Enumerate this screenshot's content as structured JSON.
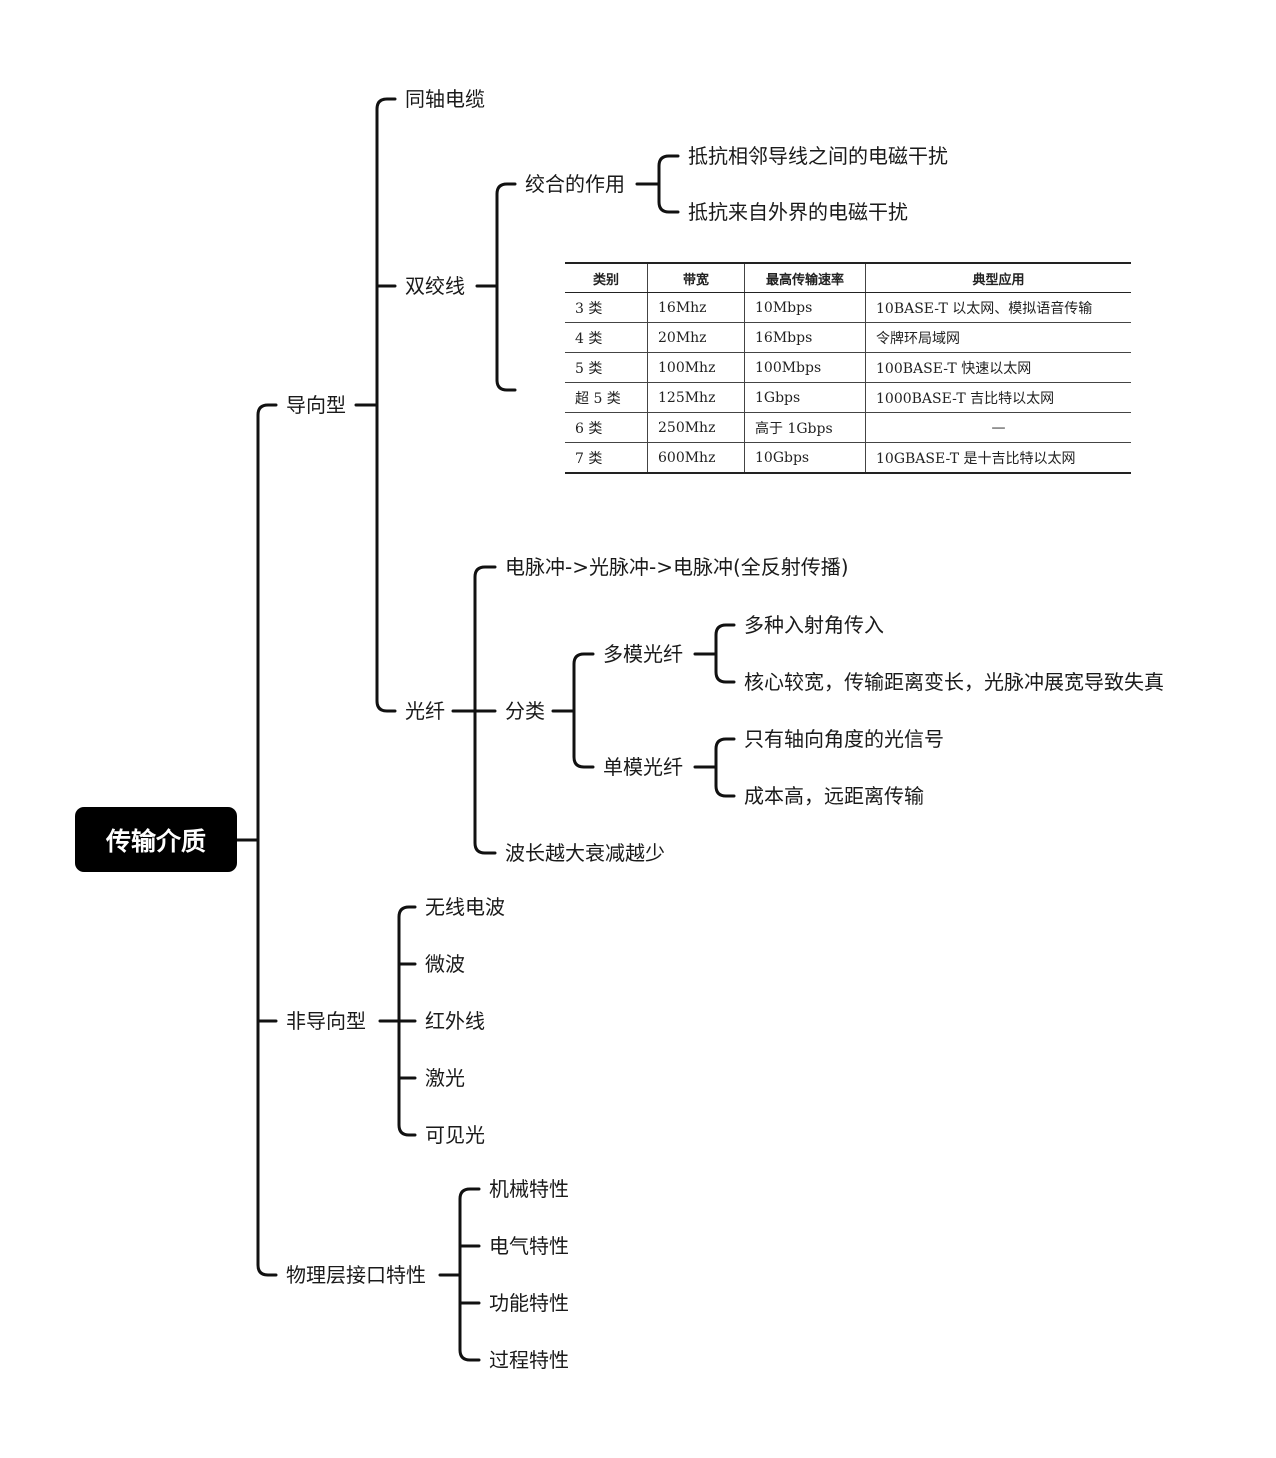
{
  "root": "传输介质",
  "guided": {
    "label": "导向型",
    "coax": "同轴电缆",
    "twisted_pair": {
      "label": "双绞线",
      "twist_purpose": {
        "label": "绞合的作用",
        "items": [
          "抵抗相邻导线之间的电磁干扰",
          "抵抗来自外界的电磁干扰"
        ]
      },
      "table": {
        "headers": [
          "类别",
          "带宽",
          "最高传输速率",
          "典型应用"
        ],
        "rows": [
          [
            "3 类",
            "16Mhz",
            "10Mbps",
            "10BASE-T 以太网、模拟语音传输"
          ],
          [
            "4 类",
            "20Mhz",
            "16Mbps",
            "令牌环局域网"
          ],
          [
            "5 类",
            "100Mhz",
            "100Mbps",
            "100BASE-T 快速以太网"
          ],
          [
            "超 5 类",
            "125Mhz",
            "1Gbps",
            "1000BASE-T 吉比特以太网"
          ],
          [
            "6 类",
            "250Mhz",
            "高于 1Gbps",
            "—"
          ],
          [
            "7 类",
            "600Mhz",
            "10Gbps",
            "10GBASE-T 是十吉比特以太网"
          ]
        ]
      }
    },
    "fiber": {
      "label": "光纤",
      "principle": "电脉冲->光脉冲->电脉冲(全反射传播)",
      "classification": {
        "label": "分类",
        "multimode": {
          "label": "多模光纤",
          "items": [
            "多种入射角传入",
            "核心较宽，传输距离变长，光脉冲展宽导致失真"
          ]
        },
        "singlemode": {
          "label": "单模光纤",
          "items": [
            "只有轴向角度的光信号",
            "成本高，远距离传输"
          ]
        }
      },
      "attenuation": "波长越大衰减越少"
    }
  },
  "unguided": {
    "label": "非导向型",
    "items": [
      "无线电波",
      "微波",
      "红外线",
      "激光",
      "可见光"
    ]
  },
  "interface": {
    "label": "物理层接口特性",
    "items": [
      "机械特性",
      "电气特性",
      "功能特性",
      "过程特性"
    ]
  }
}
